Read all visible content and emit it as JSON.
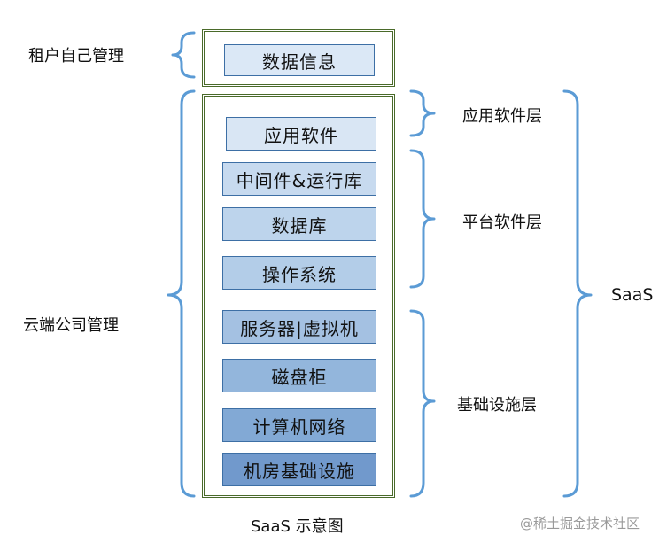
{
  "left_labels": {
    "tenant": "租户自己管理",
    "cloud": "云端公司管理"
  },
  "tenant_box": {
    "label": "数据信息",
    "color": "#dbe8f6"
  },
  "stack": [
    {
      "label": "应用软件",
      "color": "#d9e6f4"
    },
    {
      "label": "中间件&运行库",
      "color": "#c7daef"
    },
    {
      "label": "数据库",
      "color": "#bdd4ec"
    },
    {
      "label": "操作系统",
      "color": "#b3cde8"
    },
    {
      "label": "服务器|虚拟机",
      "color": "#a4c1e2"
    },
    {
      "label": "磁盘柜",
      "color": "#93b6dc"
    },
    {
      "label": "计算机网络",
      "color": "#82a9d5"
    },
    {
      "label": "机房基础设施",
      "color": "#7199cc"
    }
  ],
  "right_labels": {
    "app_layer": "应用软件层",
    "platform_layer": "平台软件层",
    "infra_layer": "基础设施层",
    "saas": "SaaS"
  },
  "caption": "SaaS 示意图",
  "watermark": "@稀土掘金技术社区",
  "colors": {
    "bracket": "#5b9bd5",
    "frame_border": "#4a6a2a",
    "box_border": "#3d6fa5"
  }
}
